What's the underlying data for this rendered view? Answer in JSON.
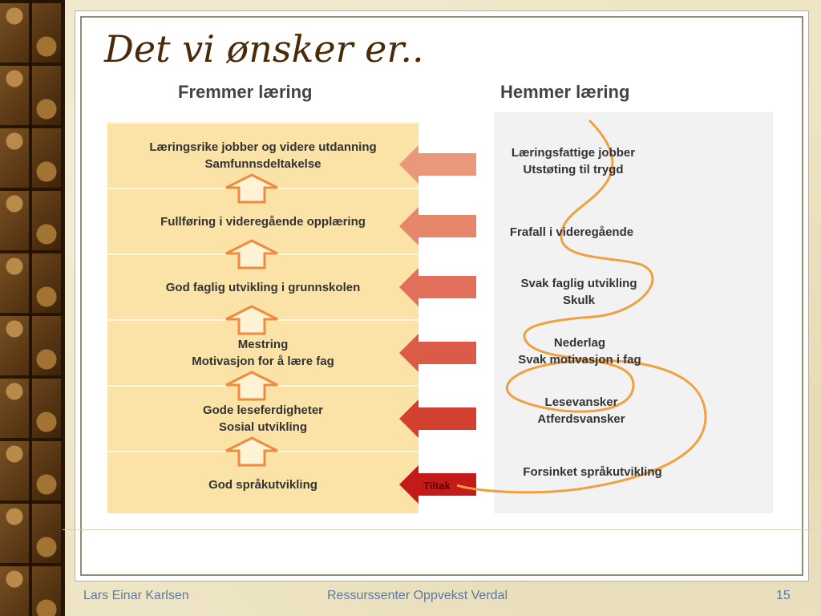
{
  "slide": {
    "title": "Det vi ønsker er..",
    "footer_left": "Lars Einar Karlsen",
    "footer_center": "Ressurssenter Oppvekst Verdal",
    "page_number": "15"
  },
  "diagram": {
    "left_heading": "Fremmer læring",
    "right_heading": "Hemmer læring",
    "left_rows": [
      {
        "line1": "Læringsrike jobber og videre utdanning",
        "line2": "Samfunnsdeltakelse"
      },
      {
        "line1": "Fullføring i videregående opplæring",
        "line2": ""
      },
      {
        "line1": "God faglig utvikling i grunnskolen",
        "line2": ""
      },
      {
        "line1": "Mestring",
        "line2": "Motivasjon for å lære fag"
      },
      {
        "line1": "Gode leseferdigheter",
        "line2": "Sosial utvikling"
      },
      {
        "line1": "God språkutvikling",
        "line2": ""
      }
    ],
    "right_items": [
      {
        "line1": "Læringsfattige jobber",
        "line2": "Utstøting til trygd"
      },
      {
        "line1": "Frafall i videregående",
        "line2": ""
      },
      {
        "line1": "Svak faglig utvikling",
        "line2": "Skulk"
      },
      {
        "line1": "Nederlag",
        "line2": "Svak motivasjon i fag"
      },
      {
        "line1": "Lesevansker",
        "line2": "Atferdsvansker"
      },
      {
        "line1": "Forsinket språkutvikling",
        "line2": ""
      }
    ],
    "arrow_label": "Tiltak",
    "colors": {
      "panel": "#fbe3a8",
      "up_arrow": "#f08a3c",
      "spiral": "#f0a040",
      "left_arrows": [
        "#e9987a",
        "#e6866a",
        "#e2705a",
        "#dc5a48",
        "#d2402f",
        "#c41a1a"
      ]
    }
  }
}
